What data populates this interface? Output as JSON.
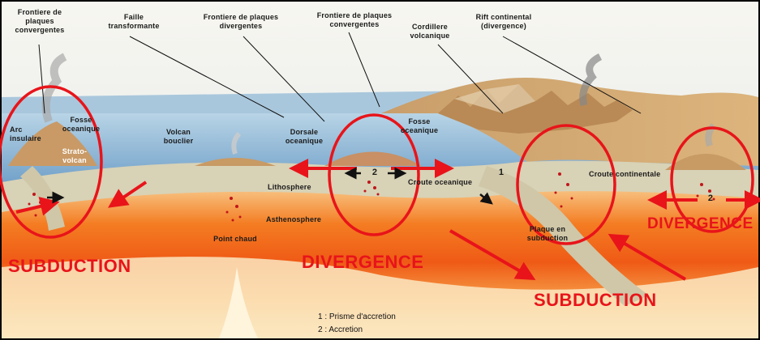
{
  "labels": {
    "frontiere_convergentes_left": "Frontiere de\nplaques\nconvergentes",
    "faille_transformante": "Faille\ntransformante",
    "frontiere_divergentes": "Frontiere de plaques\ndivergentes",
    "frontiere_convergentes_mid": "Frontiere de plaques\nconvergentes",
    "cordillere_volcanique": "Cordillere\nvolcanique",
    "rift_continental": "Rift continental\n(divergence)",
    "arc_insulaire": "Arc\ninsulaire",
    "fosse_oceanique_left": "Fosse\noceanique",
    "strato_volcan": "Strato-\nvolcan",
    "volcan_bouclier": "Volcan\nbouclier",
    "dorsale_oceanique": "Dorsale\noceanique",
    "fosse_oceanique_right": "Fosse\noceanique",
    "lithosphere": "Lithosphere",
    "asthenosphere": "Asthenosphere",
    "point_chaud": "Point chaud",
    "croute_oceanique": "Croute oceanique",
    "croute_continentale": "Croute continentale",
    "plaque_en_subduction": "Plaque en\nsubduction",
    "marker_1": "1",
    "marker_2_mid": "2",
    "marker_2_right": "2"
  },
  "annotations": {
    "subduction_left": "SUBDUCTION",
    "divergence_mid": "DIVERGENCE",
    "subduction_right": "SUBDUCTION",
    "divergence_right": "DIVERGENCE"
  },
  "legend": {
    "item_1": "1 : Prisme d'accretion",
    "item_2": "2 : Accretion"
  },
  "colors": {
    "annotation_red": "#e8141a",
    "ocean": "#8fb9d8",
    "mantle_hot": "#f26a1b",
    "mantle_warm": "#f7b55a",
    "lithosphere": "#d9d3b8",
    "land": "#d4a46a"
  }
}
